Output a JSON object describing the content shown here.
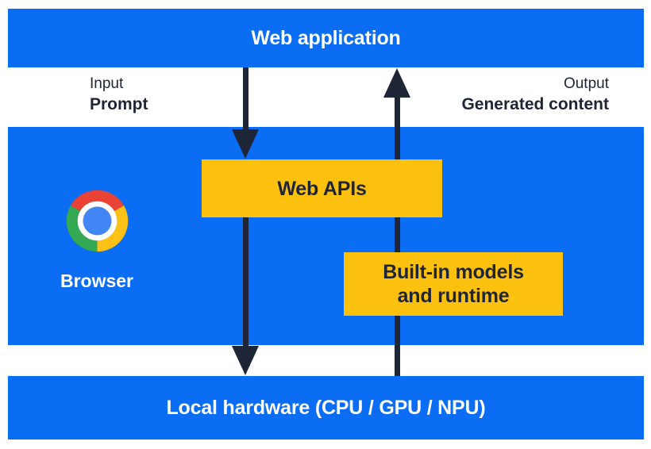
{
  "palette": {
    "blue": "#0b6cf4",
    "navy": "#1e2537",
    "yellow": "#fcc10e",
    "white": "#ffffff",
    "logo_red": "#ea4335",
    "logo_green": "#34a853",
    "logo_yellow": "#fbc116",
    "logo_blue": "#4285f4"
  },
  "nodes": {
    "web_application": "Web application",
    "browser": "Browser",
    "web_apis": "Web APIs",
    "builtin_models_line1": "Built-in models",
    "builtin_models_line2": "and runtime",
    "local_hardware": "Local hardware (CPU / GPU / NPU)"
  },
  "labels": {
    "input_title": "Input",
    "input_value": "Prompt",
    "output_title": "Output",
    "output_value": "Generated content"
  },
  "icons": {
    "browser_logo": "chrome-logo"
  }
}
